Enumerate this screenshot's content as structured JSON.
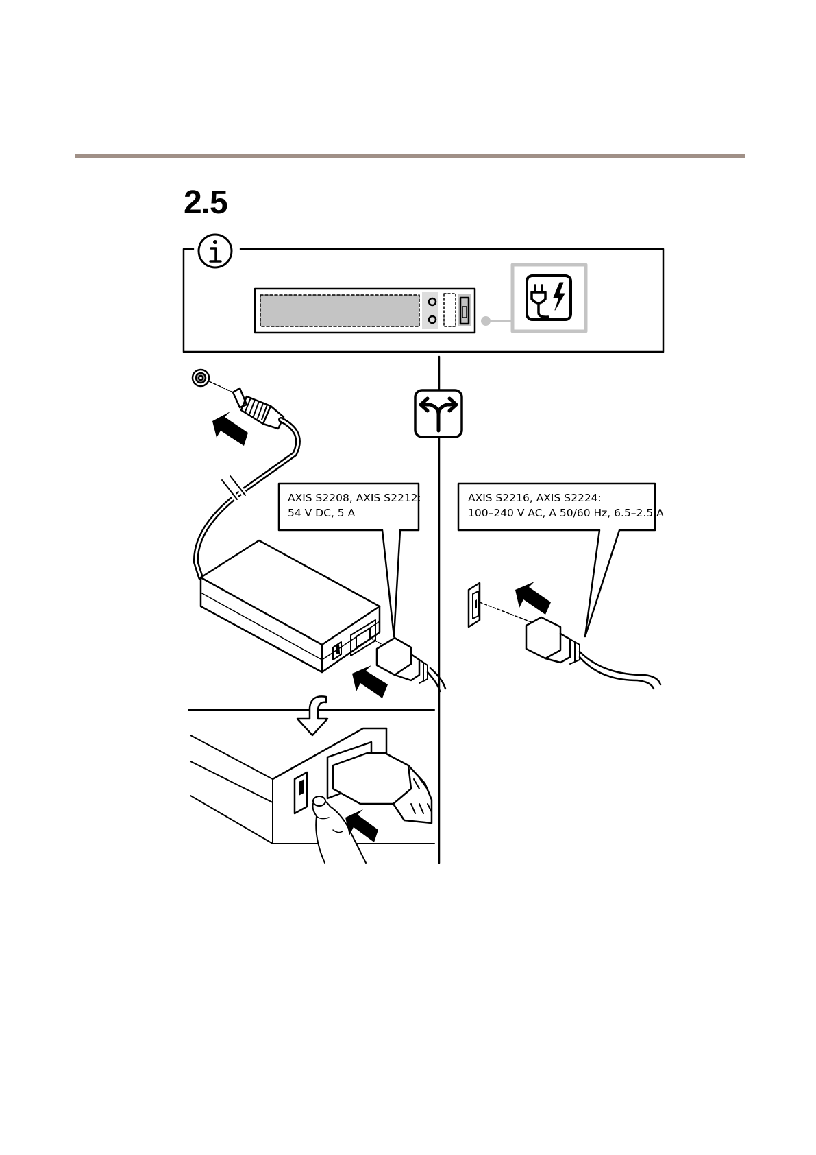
{
  "page": {
    "step_number": "2.5",
    "callout_left": {
      "line1": "AXIS S2208, AXIS S2212:",
      "line2": "54 V DC, 5 A"
    },
    "callout_right": {
      "line1": "AXIS S2216, AXIS S2224:",
      "line2": "100–240 V AC, A 50/60 Hz, 6.5–2.5 A"
    }
  },
  "icons": {
    "info": "info-icon",
    "power": "power-plug-icon",
    "choice": "split-arrow-icon",
    "next_step": "down-arrow-icon"
  },
  "colors": {
    "rule": "#a09087",
    "highlight": "#c4c4c4"
  }
}
